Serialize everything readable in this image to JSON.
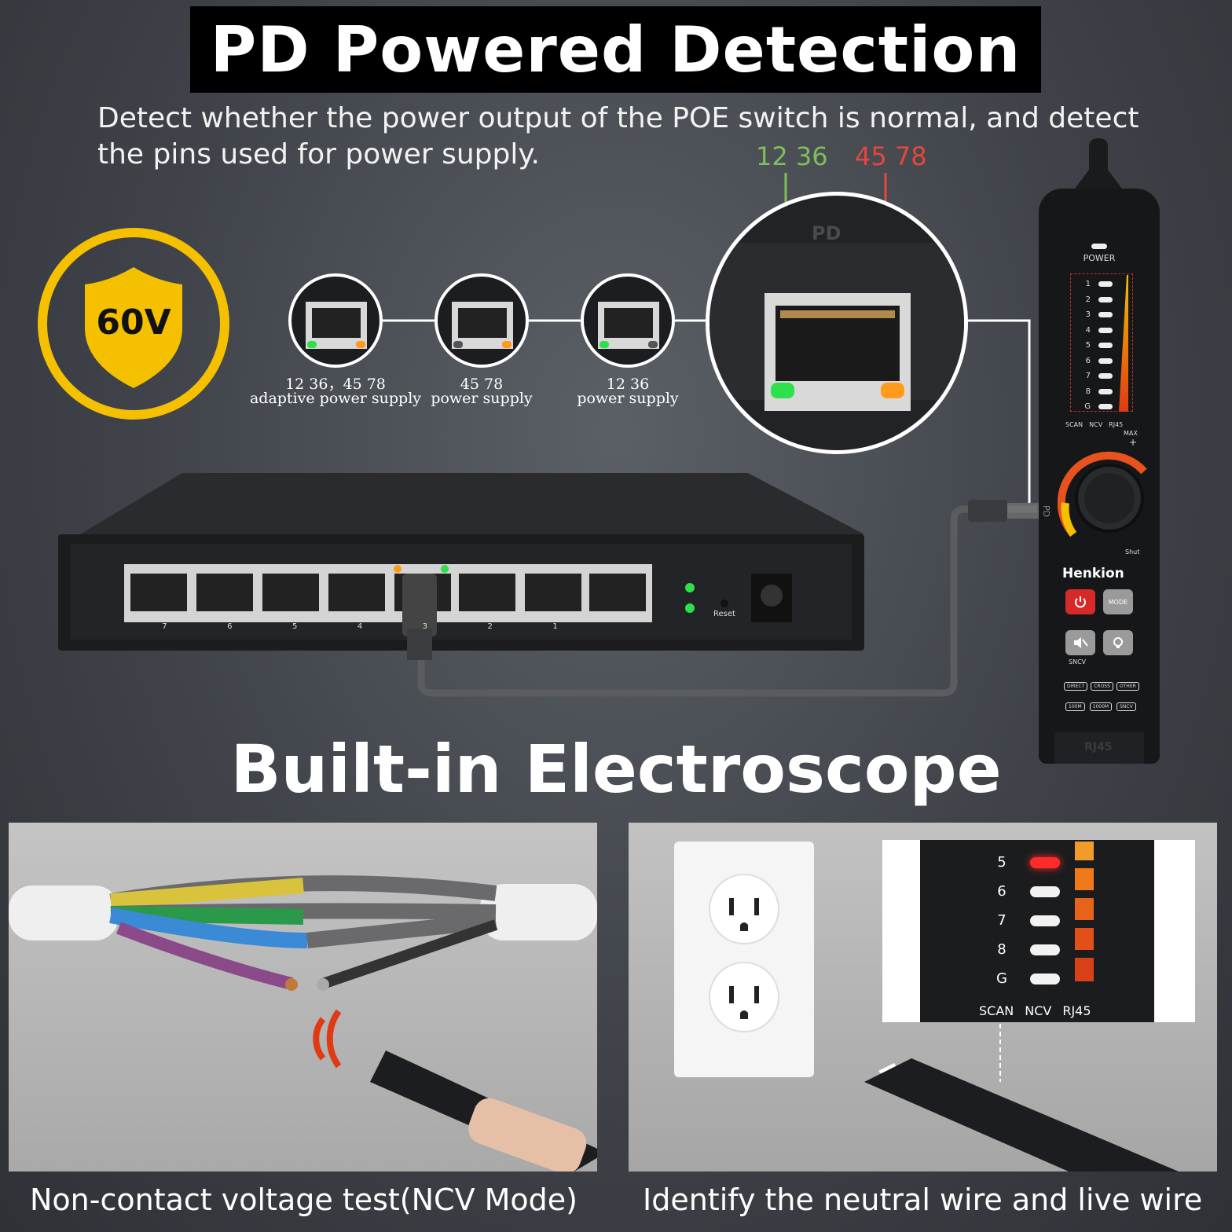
{
  "header": {
    "title": "PD Powered Detection",
    "subtitle": "Detect whether the power output of the POE switch is normal, and detect the pins used for power supply."
  },
  "pins": {
    "green": "12 36",
    "red": "45 78"
  },
  "badge": {
    "text": "60V"
  },
  "ports": [
    {
      "line1": "12 36，45 78",
      "line2": "adaptive power supply"
    },
    {
      "line1": "45 78",
      "line2": "power supply"
    },
    {
      "line1": "12 36",
      "line2": "power supply"
    }
  ],
  "zoom_label": "PD",
  "switch": {
    "port_numbers": [
      "7",
      "6",
      "5",
      "4",
      "3",
      "2",
      "1",
      ""
    ],
    "reset_label": "Reset"
  },
  "tester": {
    "power_label": "POWER",
    "levels": [
      "1",
      "2",
      "3",
      "4",
      "5",
      "6",
      "7",
      "8",
      "G"
    ],
    "modes": [
      "SCAN",
      "NCV",
      "RJ45"
    ],
    "max_label": "MAX",
    "plus_label": "+",
    "shut_label": "Shut",
    "brand": "Henkion",
    "mode_button": "MODE",
    "sncv_label": "SNCV",
    "small_buttons_row1": [
      "DIRECT",
      "CROSS",
      "OTHER"
    ],
    "small_buttons_row2": [
      "100M",
      "1000M",
      "SNCV"
    ],
    "bottom_label": "RJ45",
    "side_label": "PD"
  },
  "section2": {
    "title": "Built-in Electroscope"
  },
  "zoom2": {
    "levels": [
      "5",
      "6",
      "7",
      "8",
      "G"
    ],
    "modes": [
      "SCAN",
      "NCV",
      "RJ45"
    ]
  },
  "captions": {
    "left": "Non-contact voltage test(NCV Mode)",
    "right": "Identify the neutral wire and live wire"
  },
  "colors": {
    "badge": "#f5c000",
    "green_led": "#2ee04a",
    "orange_led": "#ff9a1a",
    "red_accent": "#e5473d",
    "green_accent": "#7fbf5a"
  }
}
